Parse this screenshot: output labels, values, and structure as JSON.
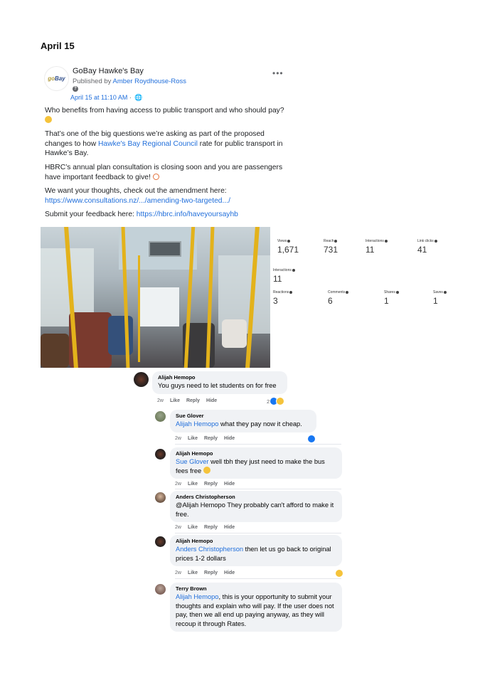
{
  "date_heading": "April 15",
  "post": {
    "page_name": "GoBay Hawke's Bay",
    "logo_text_go": "go",
    "logo_text_bay": "Bay",
    "published_prefix": "Published by",
    "publisher": "Amber Roydhouse-Ross",
    "help_icon": "?",
    "timestamp": "April 15 at 11:10 AM",
    "globe_icon": "🌐",
    "more_icon": "•••",
    "paragraphs": {
      "p1": "Who benefits from having access to public transport and who should pay?",
      "p2_before": "That’s one of the big questions we’re asking as part of the proposed changes to how ",
      "p2_link": "Hawke's Bay Regional Council",
      "p2_after": " rate for public transport in Hawke’s Bay.",
      "p3": "HBRC’s annual plan consultation is closing soon and you are passengers have important feedback to give!",
      "p4_text": "We want your thoughts, check out the amendment here:",
      "p4_link": "https://www.consultations.nz/.../amending-two-targeted.../",
      "p5_text": "Submit your feedback here: ",
      "p5_link": "https://hbrc.info/haveyoursayhb"
    }
  },
  "insights": {
    "row1": [
      {
        "label": "Views",
        "value": "1,671"
      },
      {
        "label": "Reach",
        "value": "731"
      },
      {
        "label": "Interactions",
        "value": "11"
      },
      {
        "label": "Link clicks",
        "value": "41"
      }
    ],
    "interactions": {
      "label": "Interactions",
      "value": "11"
    },
    "row2": [
      {
        "label": "Reactions",
        "value": "3"
      },
      {
        "label": "Comments",
        "value": "6"
      },
      {
        "label": "Shares",
        "value": "1"
      },
      {
        "label": "Saves",
        "value": "1"
      }
    ]
  },
  "comments": [
    {
      "author": "Alijah Hemopo",
      "mention": "",
      "text": "You guys need to let students on for free",
      "time": "2w",
      "like": "Like",
      "reply": "Reply",
      "hide": "Hide",
      "reaction_count": "2"
    },
    {
      "author": "Sue Glover",
      "mention": "Alijah Hemopo",
      "text": " what they pay now it cheap.",
      "time": "2w",
      "like": "Like",
      "reply": "Reply",
      "hide": "Hide"
    },
    {
      "author": "Alijah Hemopo",
      "mention": "Sue Glover",
      "text": " well tbh they just need to make the bus fees free",
      "time": "2w",
      "like": "Like",
      "reply": "Reply",
      "hide": "Hide"
    },
    {
      "author": "Anders Christopherson",
      "mention": "",
      "text": "@Alijah Hemopo They probably can't afford to make it free.",
      "time": "2w",
      "like": "Like",
      "reply": "Reply",
      "hide": "Hide"
    },
    {
      "author": "Alijah Hemopo",
      "mention": "Anders Christopherson",
      "text": " then let us go back to original prices 1-2 dollars",
      "time": "2w",
      "like": "Like",
      "reply": "Reply",
      "hide": "Hide"
    },
    {
      "author": "Terry Brown",
      "mention": "Alijah Hemopo",
      "text": ", this is your opportunity to submit your thoughts and explain who will pay. If the user does not pay, then we all end up paying anyway, as they will recoup it through Rates."
    }
  ]
}
